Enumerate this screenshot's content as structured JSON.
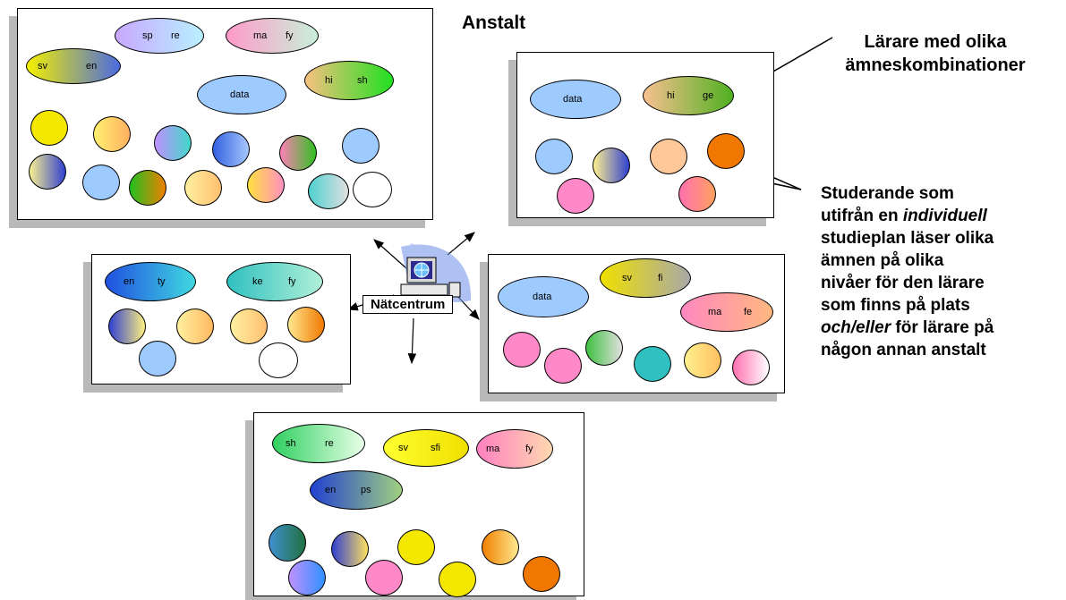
{
  "labels": {
    "anstalt": "Anstalt",
    "teachers_note": [
      "Lärare med olika",
      "ämneskombinationer"
    ],
    "students_note": {
      "line1": "Studerande som",
      "line2_pre": "utifrån en ",
      "line2_em": "individuell",
      "line3": "studieplan läser olika",
      "line4": "ämnen på olika",
      "line5": "nivåer för den lärare",
      "line6": "som finns på plats",
      "line7_em": "och/eller",
      "line7_post": " för lärare på",
      "line8": "någon annan anstalt"
    },
    "hub": "Nätcentrum"
  },
  "boxes": [
    {
      "id": "top-left",
      "teachers": [
        {
          "a": "sp",
          "b": "re"
        },
        {
          "a": "ma",
          "b": "fy"
        },
        {
          "a": "sv",
          "b": "en"
        },
        {
          "a": "hi",
          "b": "sh"
        },
        {
          "a": "data",
          "b": ""
        }
      ],
      "students": 13
    },
    {
      "id": "top-right",
      "teachers": [
        {
          "a": "data",
          "b": ""
        },
        {
          "a": "hi",
          "b": "ge"
        }
      ],
      "students": 6
    },
    {
      "id": "middle-left",
      "teachers": [
        {
          "a": "en",
          "b": "ty"
        },
        {
          "a": "ke",
          "b": "fy"
        }
      ],
      "students": 6
    },
    {
      "id": "middle-right",
      "teachers": [
        {
          "a": "sv",
          "b": "fi"
        },
        {
          "a": "data",
          "b": ""
        },
        {
          "a": "ma",
          "b": "fe"
        }
      ],
      "students": 6
    },
    {
      "id": "bottom",
      "teachers": [
        {
          "a": "sh",
          "b": "re"
        },
        {
          "a": "sv",
          "b": "sfi"
        },
        {
          "a": "ma",
          "b": "fy"
        },
        {
          "a": "en",
          "b": "ps"
        }
      ],
      "students": 8
    }
  ]
}
